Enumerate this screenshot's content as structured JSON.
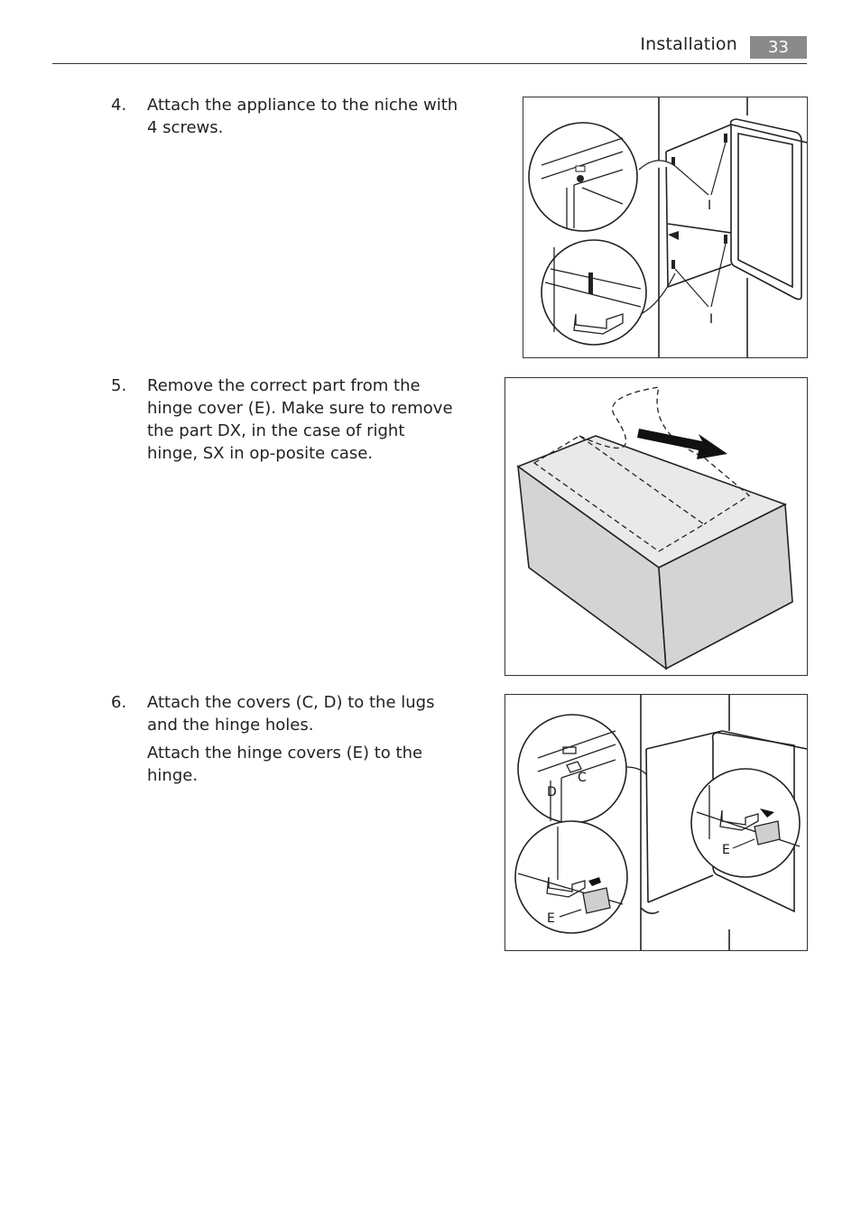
{
  "header": {
    "title": "Installation",
    "page_number": "33"
  },
  "steps": [
    {
      "number": "4.",
      "paragraphs": [
        "Attach the appliance to the niche with 4 screws."
      ]
    },
    {
      "number": "5.",
      "paragraphs": [
        "Remove the correct part from the hinge cover (E). Make sure to remove the part DX, in the case of right hinge, SX in op-posite case."
      ]
    },
    {
      "number": "6.",
      "paragraphs": [
        "Attach the covers (C, D) to the lugs and the hinge holes.",
        "Attach the hinge covers (E) to the hinge."
      ]
    }
  ],
  "figures": {
    "fig4": {
      "labels": [
        "I",
        "I"
      ]
    },
    "fig6": {
      "labels": [
        "C",
        "D",
        "E",
        "E"
      ]
    }
  }
}
